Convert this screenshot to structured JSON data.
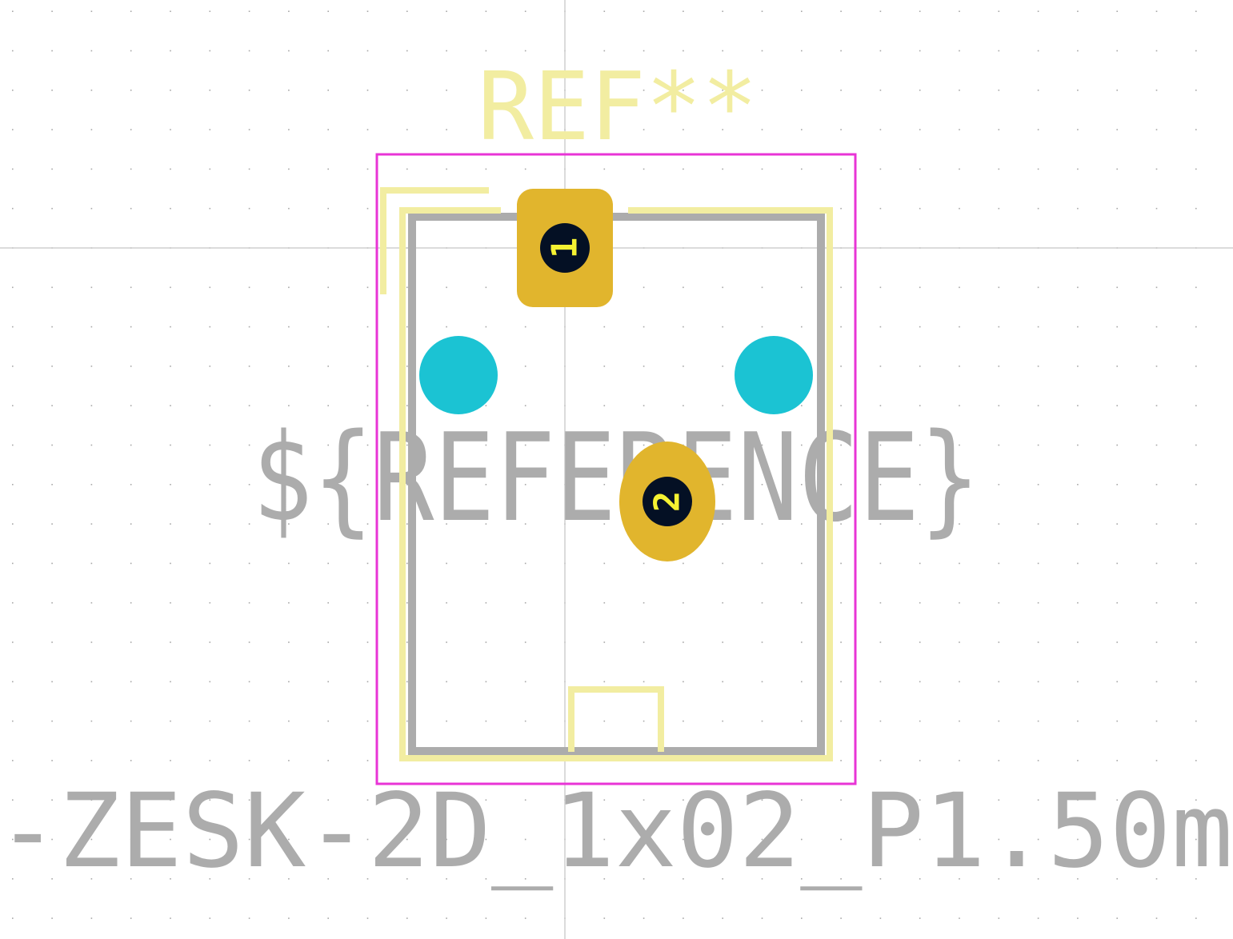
{
  "footprint": {
    "reference": "REF**",
    "value_field": "${REFERENCE}",
    "name": "-ZESK-2D_1x02_P1.50m"
  },
  "pads": [
    {
      "number": "1",
      "shape": "rounded-rect"
    },
    {
      "number": "2",
      "shape": "oval"
    }
  ],
  "colors": {
    "background": "#ffffff",
    "grid": "#a8a8a8",
    "silkscreen": "#f2eda1",
    "fabrication": "#a9a9a9",
    "courtyard": "#e834d6",
    "pad": "#e1b52d",
    "pad_hole": "#041024",
    "pad_number": "#f5f232",
    "npth_hole": "#1bc3d3",
    "crosshair": "#c8c8c8"
  }
}
